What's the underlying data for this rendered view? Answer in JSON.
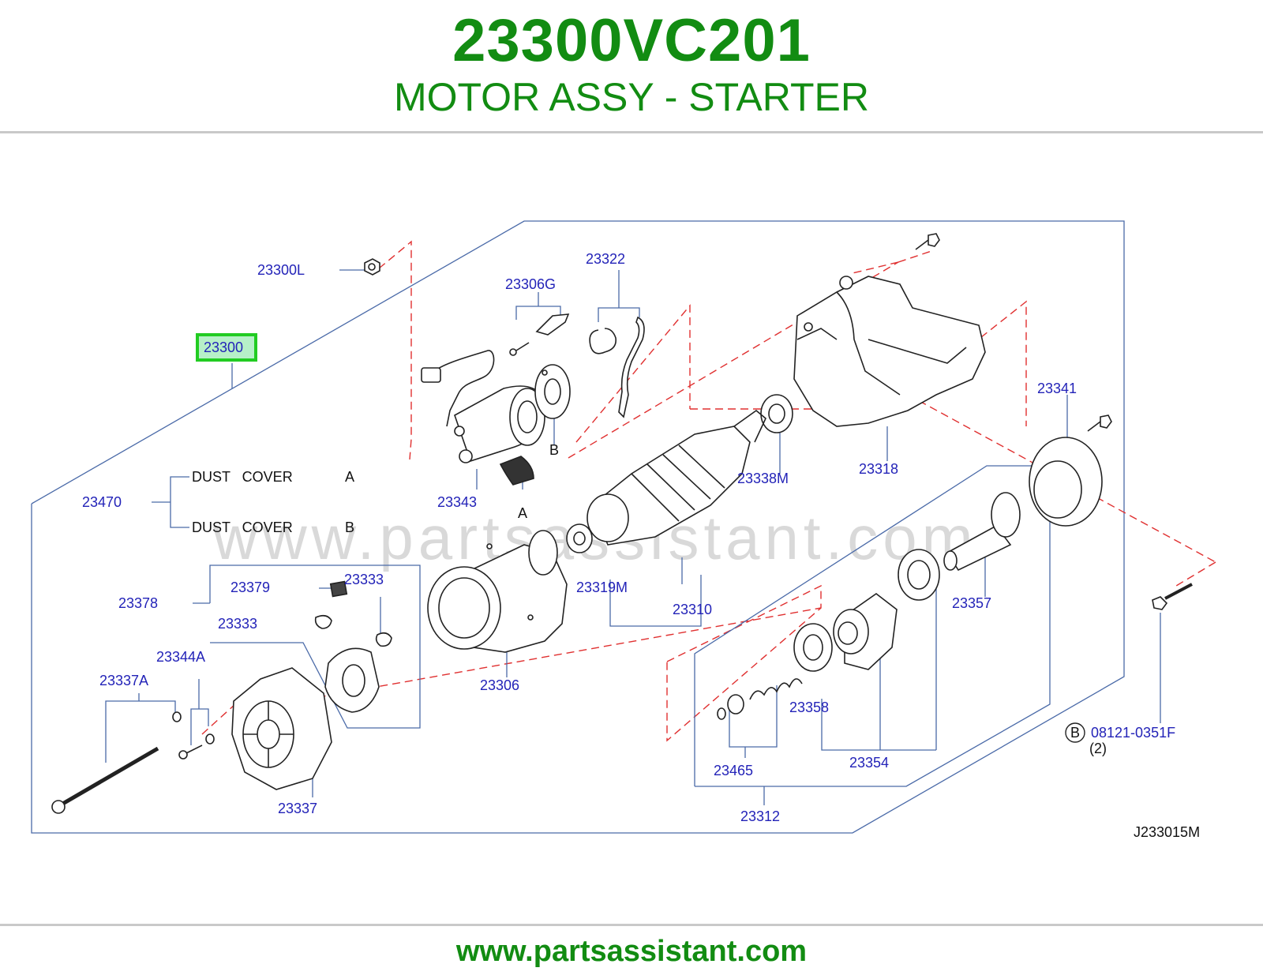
{
  "header": {
    "part_number": "23300VC201",
    "description": "MOTOR ASSY - STARTER"
  },
  "watermark": "www.partsassistant.com",
  "footer": {
    "url": "www.partsassistant.com"
  },
  "diagram": {
    "code": "J233015M",
    "highlighted_part": "23300",
    "callouts": {
      "c23300L": "23300L",
      "c23300": "23300",
      "c23306G": "23306G",
      "c23322": "23322",
      "c23343": "23343",
      "cB_top": "B",
      "cA_top": "A",
      "c23470": "23470",
      "dust_a": "DUST   COVER",
      "dust_a_letter": "A",
      "dust_b": "DUST   COVER",
      "dust_b_letter": "B",
      "c23338M": "23338M",
      "c23318": "23318",
      "c23341": "23341",
      "c23319M": "23319M",
      "c23310": "23310",
      "c23357": "23357",
      "c23378": "23378",
      "c23379": "23379",
      "c23333a": "23333",
      "c23333b": "23333",
      "c23306": "23306",
      "c23344A": "23344A",
      "c23337A": "23337A",
      "c23337": "23337",
      "c23358": "23358",
      "c23354": "23354",
      "c23465": "23465",
      "c23312": "23312",
      "circB": "B",
      "c08121": "08121-0351F",
      "qty": "(2)"
    }
  },
  "colors": {
    "brand_green": "#128c12",
    "callout_blue": "#2323b8",
    "highlight_green": "#22cc22",
    "highlight_fill": "#b7f0c8",
    "leader_blue": "#4a6aa8",
    "dash_red": "#e03030"
  }
}
